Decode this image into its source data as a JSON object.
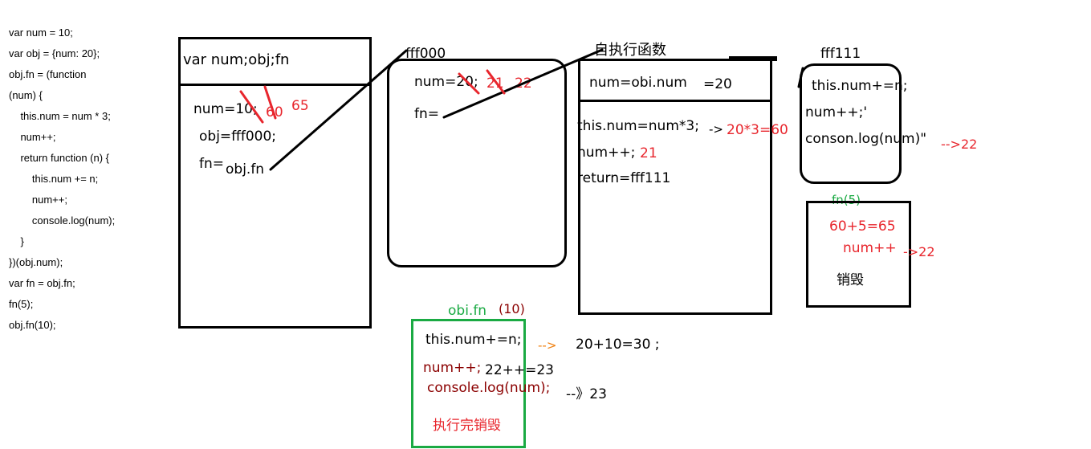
{
  "code": [
    "var num = 10;",
    "var obj = {num: 20};",
    "obj.fn = (function",
    "(num) {",
    "    this.num = num * 3;",
    "    num++;",
    "    return function (n) {",
    "        this.num += n;",
    "        num++;",
    "        console.log(num);",
    "    }",
    "})(obj.num);",
    "var fn = obj.fn;",
    "fn(5);",
    "obj.fn(10);"
  ],
  "global_scope": {
    "header": "var num;obj;fn",
    "num_label": "num=10;",
    "num_v1": "60",
    "num_v2": "65",
    "obj_line": "obj=fff000;",
    "fn_label": "fn=",
    "fn_value": "obj.fn"
  },
  "heap_obj": {
    "address": "fff000",
    "num_label": "num=20;",
    "num_v1": "21",
    "num_v2": "22",
    "fn_label": "fn="
  },
  "self_exec": {
    "title": "自执行函数",
    "header_left": "num=obi.num",
    "header_right": "=20",
    "line1": "this.num=num*3;",
    "line1_arrow": "->",
    "line1_result": "20*3=60",
    "line2": "num++;",
    "line2_value": "21",
    "line3": "return=fff111"
  },
  "heap_fn": {
    "address": "fff111",
    "line1": "this.num+=n;",
    "line2": "num++;'",
    "line3": "conson.log(num)\"",
    "result": "-->22"
  },
  "call_fn5": {
    "title": "fn(5)",
    "line1": "60+5=65",
    "line2": "num++",
    "line2_result": "->22",
    "line3": "销毁"
  },
  "call_objfn": {
    "title": "obi.fn",
    "arg": "(10)",
    "line1": "this.num+=n;",
    "line1_arrow": "-->",
    "line1_result": "20+10=30 ;",
    "line2": "num++;",
    "line2_result": "22++=23",
    "line3": "console.log(num);",
    "line3_result": "--》23",
    "line4": "执行完销毁"
  }
}
